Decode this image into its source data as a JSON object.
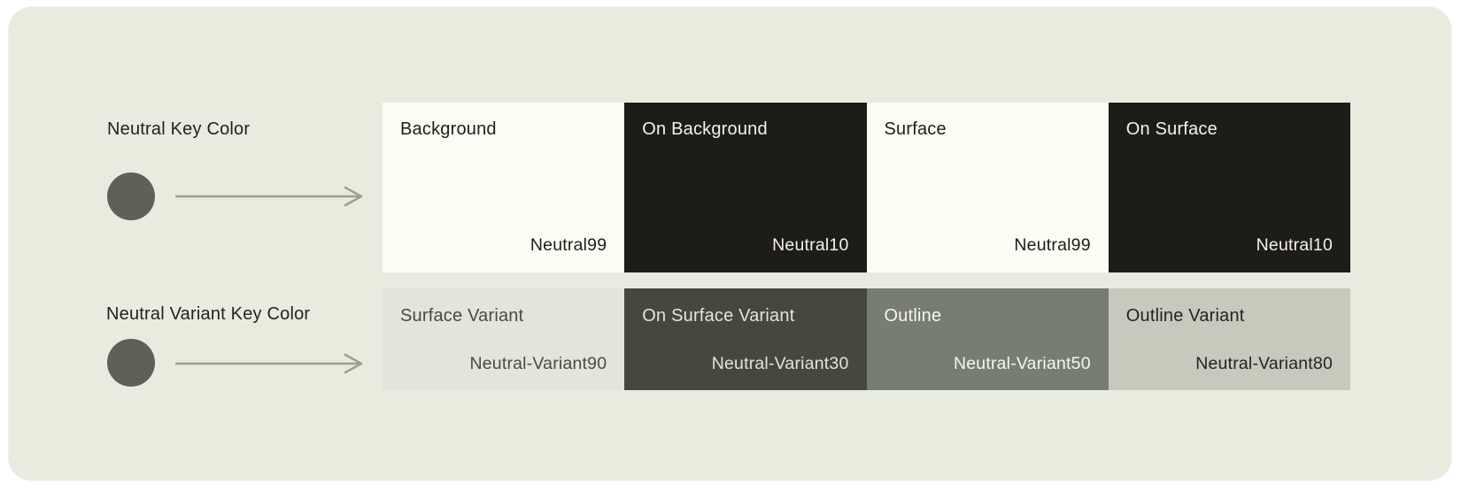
{
  "palette": {
    "page_bg": "#ffffff",
    "card_bg": "#e8ecdf",
    "key_dot": "#5d6156",
    "arrow": "#9ba092",
    "label_text": "#1f211b"
  },
  "rows": [
    {
      "label": "Neutral Key Color",
      "swatches": [
        {
          "title": "Background",
          "value": "Neutral99",
          "bg": "#fdfcf4",
          "fg": "#1c1e18"
        },
        {
          "title": "On Background",
          "value": "Neutral10",
          "bg": "#1d1c17",
          "fg": "#f4f2ea"
        },
        {
          "title": "Surface",
          "value": "Neutral99",
          "bg": "#fdfcf4",
          "fg": "#1c1e18"
        },
        {
          "title": "On Surface",
          "value": "Neutral10",
          "bg": "#1d1c17",
          "fg": "#f4f2ea"
        }
      ]
    },
    {
      "label": "Neutral Variant Key Color",
      "swatches": [
        {
          "title": "Surface Variant",
          "value": "Neutral-Variant90",
          "bg": "#e3e5da",
          "fg": "#474b40"
        },
        {
          "title": "On Surface Variant",
          "value": "Neutral-Variant30",
          "bg": "#45483f",
          "fg": "#e3e5d8"
        },
        {
          "title": "Outline",
          "value": "Neutral-Variant50",
          "bg": "#787d71",
          "fg": "#f7f6ed"
        },
        {
          "title": "Outline Variant",
          "value": "Neutral-Variant80",
          "bg": "#c6c9bb",
          "fg": "#23261e"
        }
      ]
    }
  ]
}
